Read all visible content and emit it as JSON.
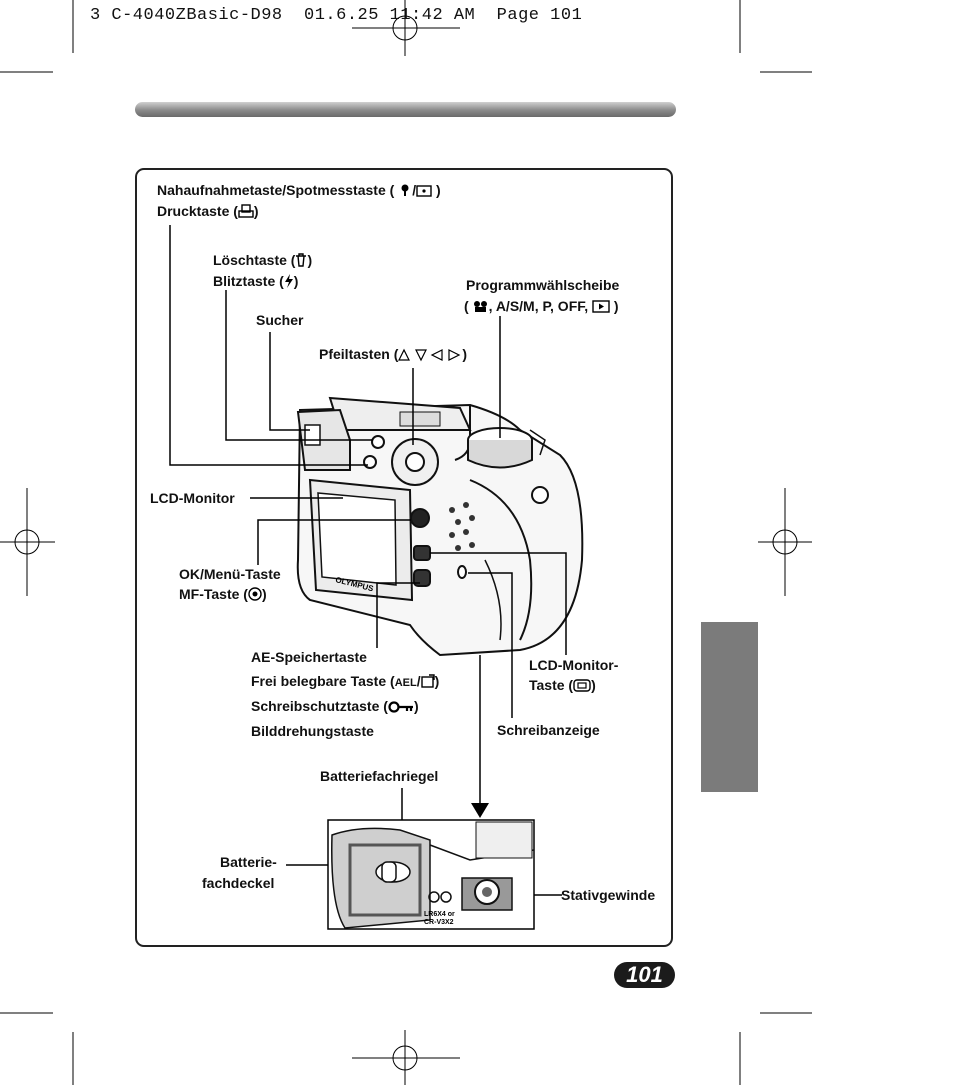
{
  "print_header": "3 C-4040ZBasic-D98  01.6.25 11:42 AM  Page 101",
  "labels": {
    "nahaufnahme": "Nahaufnahmetaste/Spotmesstaste (",
    "nahaufnahme_end": ")",
    "druck": "Drucktaste (",
    "druck_end": ")",
    "loesch": "Löschtaste (",
    "loesch_end": ")",
    "blitz": "Blitztaste (",
    "blitz_end": ")",
    "sucher": "Sucher",
    "pfeil": "Pfeiltasten (",
    "pfeil_end": ")",
    "programm": "Programmwählscheibe",
    "programm2_start": "(",
    "programm2_mid": ", A/S/M, P, OFF,",
    "programm2_end": ")",
    "lcd_monitor": "LCD-Monitor",
    "ok_menu": "OK/Menü-Taste",
    "mf": "MF-Taste (",
    "mf_end": ")",
    "ae_speicher": "AE-Speichertaste",
    "frei": "Frei belegbare Taste (",
    "frei_ael": "AEL",
    "frei_end": ")",
    "schreibschutz": "Schreibschutztaste (",
    "schreibschutz_end": ")",
    "bilddrehung": "Bilddrehungstaste",
    "lcd_taste_1": "LCD-Monitor-",
    "lcd_taste_2": "Taste (",
    "lcd_taste_end": ")",
    "schreibanzeige": "Schreibanzeige",
    "batteriefachriegel": "Batteriefachriegel",
    "batteriefachdeckel_1": "Batterie-",
    "batteriefachdeckel_2": "fachdeckel",
    "stativgewinde": "Stativgewinde"
  },
  "camera_text": {
    "brand": "OLYMPUS",
    "battery_1": "LR6X4 or",
    "battery_2": "CR-V3X2"
  },
  "page_number": "101",
  "colors": {
    "tab": "#7b7b7b",
    "badge": "#1b1b1b"
  }
}
